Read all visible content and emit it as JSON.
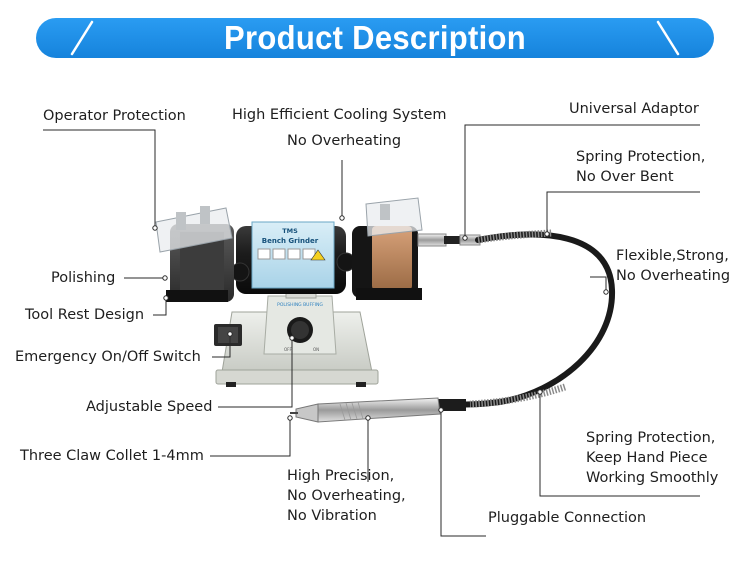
{
  "header": {
    "title": "Product Description",
    "banner_color": "#1f8fe8"
  },
  "labels": {
    "operator_protection": "Operator Protection",
    "cooling_system": "High Efficient Cooling System",
    "no_overheating": "No Overheating",
    "universal_adaptor": "Universal Adaptor",
    "spring_protection_1": "Spring Protection,\nNo Over Bent",
    "polishing": "Polishing",
    "flexible": "Flexible,Strong,\nNo Overheating",
    "tool_rest": "Tool Rest Design",
    "emergency_switch": "Emergency On/Off Switch",
    "adjustable_speed": "Adjustable Speed",
    "collet": "Three Claw Collet 1-4mm",
    "spring_protection_2": "Spring Protection,\nKeep Hand Piece\nWorking Smoothly",
    "high_precision": "High Precision,\nNo Overheating,\nNo Vibration",
    "pluggable": "Pluggable Connection"
  },
  "device_labels": {
    "brand": "TMS",
    "model": "Bench Grinder",
    "panel": "POLISHING BUFFING",
    "off": "OFF",
    "on": "ON"
  },
  "icons": [
    "diagonal-stripe-icon"
  ]
}
